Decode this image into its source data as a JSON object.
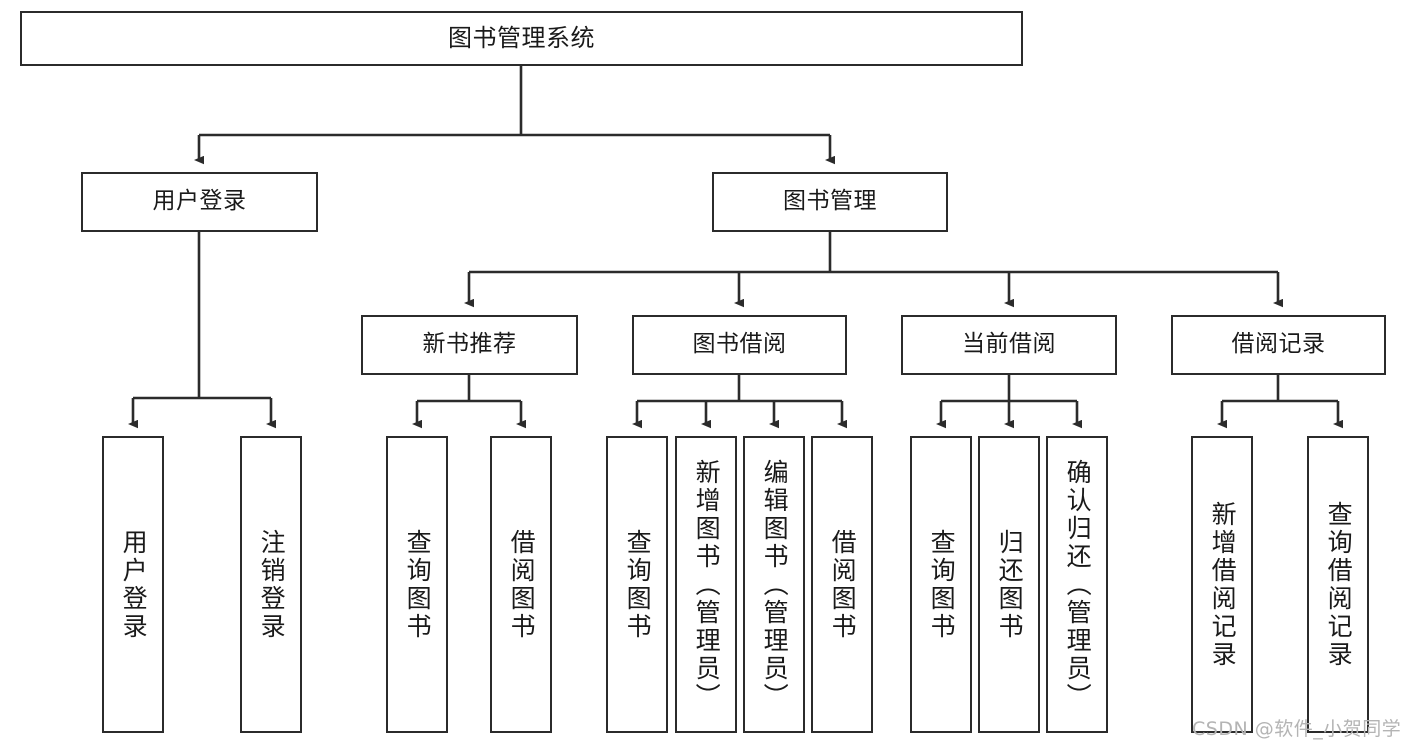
{
  "diagram": {
    "title": "图书管理系统",
    "type": "tree-hierarchy-diagram",
    "colors": {
      "box_border": "#2b2b2b",
      "box_fill": "#ffffff",
      "connector": "#2b2b2b",
      "text": "#1a1a1a",
      "background": "#ffffff",
      "watermark": "#b4b4b4"
    },
    "nodes": {
      "root": {
        "label": "图书管理系统"
      },
      "level2": [
        {
          "label": "用户登录"
        },
        {
          "label": "图书管理"
        }
      ],
      "level3": [
        {
          "label": "新书推荐"
        },
        {
          "label": "图书借阅"
        },
        {
          "label": "当前借阅"
        },
        {
          "label": "借阅记录"
        }
      ],
      "leaves": {
        "user_login": [
          {
            "label": "用户登录"
          },
          {
            "label": "注销登录"
          }
        ],
        "new_book_recommend": [
          {
            "label": "查询图书"
          },
          {
            "label": "借阅图书"
          }
        ],
        "book_borrow": [
          {
            "label": "查询图书"
          },
          {
            "label": "新增图书（管理员）"
          },
          {
            "label": "编辑图书（管理员）"
          },
          {
            "label": "借阅图书"
          }
        ],
        "current_borrow": [
          {
            "label": "查询图书"
          },
          {
            "label": "归还图书"
          },
          {
            "label": "确认归还（管理员）"
          }
        ],
        "borrow_record": [
          {
            "label": "新增借阅记录"
          },
          {
            "label": "查询借阅记录"
          }
        ]
      }
    },
    "watermark": "CSDN @软件_小贺同学"
  }
}
